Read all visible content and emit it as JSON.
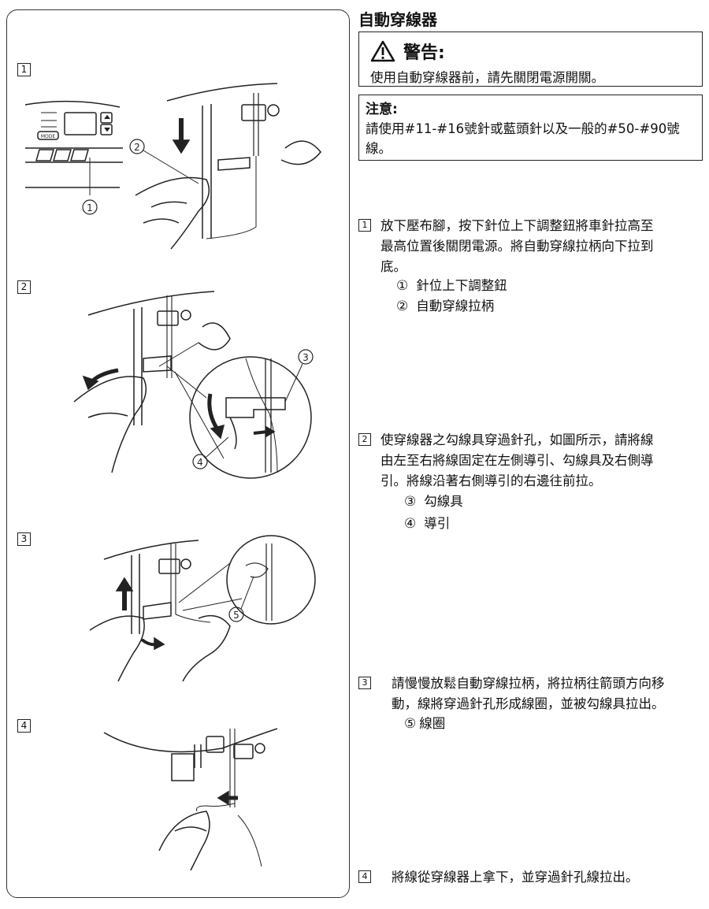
{
  "title": "自動穿線器",
  "warning": {
    "label": "警告:",
    "text": "使用自動穿線器前，請先關閉電源開關。"
  },
  "note": {
    "label": "注意:",
    "line1": "請使用#11-#16號針或藍頭針以及一般的#50-#90號",
    "line2": "線。"
  },
  "figures": {
    "fig1_num": "1",
    "fig2_num": "2",
    "fig3_num": "3",
    "fig4_num": "4",
    "callout1": "1",
    "callout2": "2",
    "callout3": "3",
    "callout4": "4",
    "callout5": "5",
    "panel_mode_label": "MODE"
  },
  "steps": [
    {
      "num": "1",
      "lines": [
        "放下壓布腳，按下針位上下調整鈕將車針拉高至",
        "最高位置後關閉電源。將自動穿線拉柄向下拉到",
        "底。"
      ],
      "subs": [
        {
          "mark": "①",
          "label": "針位上下調整鈕"
        },
        {
          "mark": "②",
          "label": "自動穿線拉柄"
        }
      ]
    },
    {
      "num": "2",
      "lines": [
        "使穿線器之勾線具穿過針孔，如圖所示，請將線",
        "由左至右將線固定在左側導引、勾線具及右側導",
        "引。將線沿著右側導引的右邊往前拉。"
      ],
      "subs": [
        {
          "mark": "③",
          "label": "勾線具"
        },
        {
          "mark": "④",
          "label": "導引"
        }
      ]
    },
    {
      "num": "3",
      "lines": [
        "請慢慢放鬆自動穿線拉柄，將拉柄往箭頭方向移",
        "動，線將穿過針孔形成線圈，並被勾線具拉出。"
      ],
      "subs": [
        {
          "mark": "⑤",
          "label": "線圈"
        }
      ]
    },
    {
      "num": "4",
      "lines": [
        "將線從穿線器上拿下，並穿過針孔線拉出。"
      ],
      "subs": []
    }
  ]
}
